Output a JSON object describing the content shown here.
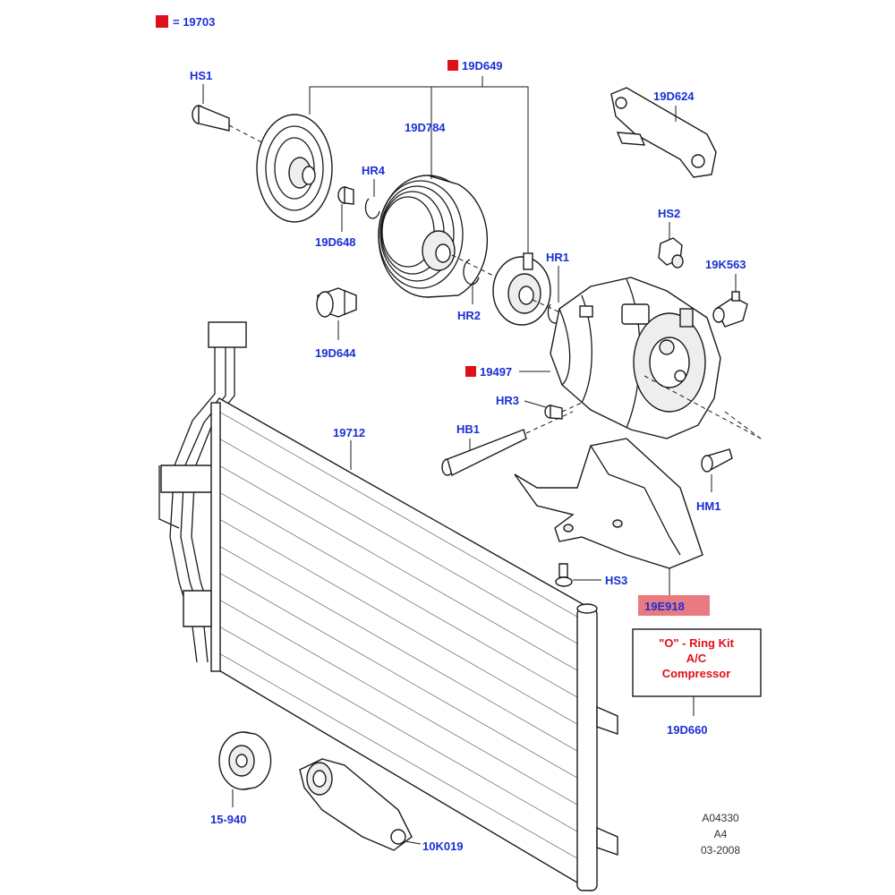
{
  "legend": {
    "marker_color": "#e0101a",
    "text": "= 19703"
  },
  "colors": {
    "label": "#1a2fd6",
    "accent_red": "#e0101a",
    "highlight_fill": "#e87a80",
    "box_text": "#e0101a"
  },
  "labels": {
    "hs1": "HS1",
    "p19d649": "19D649",
    "p19d784": "19D784",
    "hr4": "HR4",
    "p19d648": "19D648",
    "p19d624": "19D624",
    "hs2": "HS2",
    "p19k563": "19K563",
    "hr1": "HR1",
    "hr2": "HR2",
    "p19d644": "19D644",
    "p19497": "19497",
    "hr3": "HR3",
    "hb1": "HB1",
    "p19712": "19712",
    "hm1": "HM1",
    "hs3": "HS3",
    "p19e918": "19E918",
    "p19d660": "19D660",
    "p15940": "15-940",
    "p10k019": "10K019"
  },
  "kit_box": {
    "line1": "\"O\" - Ring Kit",
    "line2": "A/C",
    "line3": "Compressor"
  },
  "reference": {
    "code": "A04330",
    "size": "A4",
    "date": "03-2008"
  }
}
